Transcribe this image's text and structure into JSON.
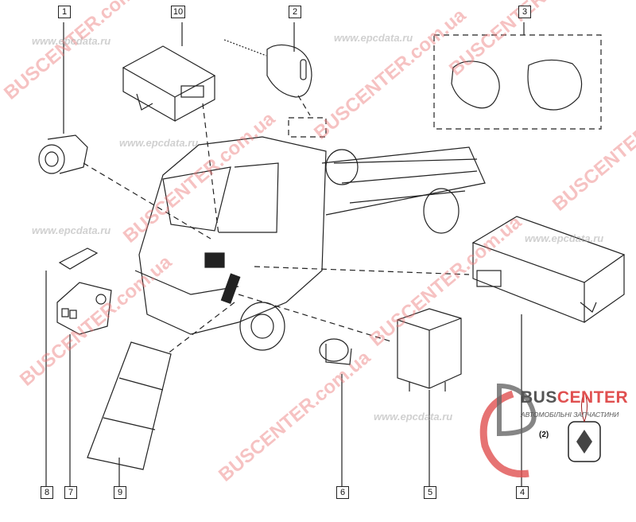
{
  "callouts": {
    "c1": "1",
    "c10": "10",
    "c2": "2",
    "c3": "3",
    "c8": "8",
    "c7": "7",
    "c9": "9",
    "c6": "6",
    "c5": "5",
    "c4": "4"
  },
  "watermarks": {
    "site": "BUSCENTER.com.ua",
    "epc": "www.epcdata.ru"
  },
  "logo": {
    "brand_left": "BUS",
    "brand_right": "CENTER",
    "subtitle": "АВТОМОБІЛЬНІ ЗАПЧАСТИНИ",
    "key_ref": "(2)"
  },
  "colors": {
    "line": "#222222",
    "watermark": "#e07878",
    "logo_red": "#e05050"
  }
}
